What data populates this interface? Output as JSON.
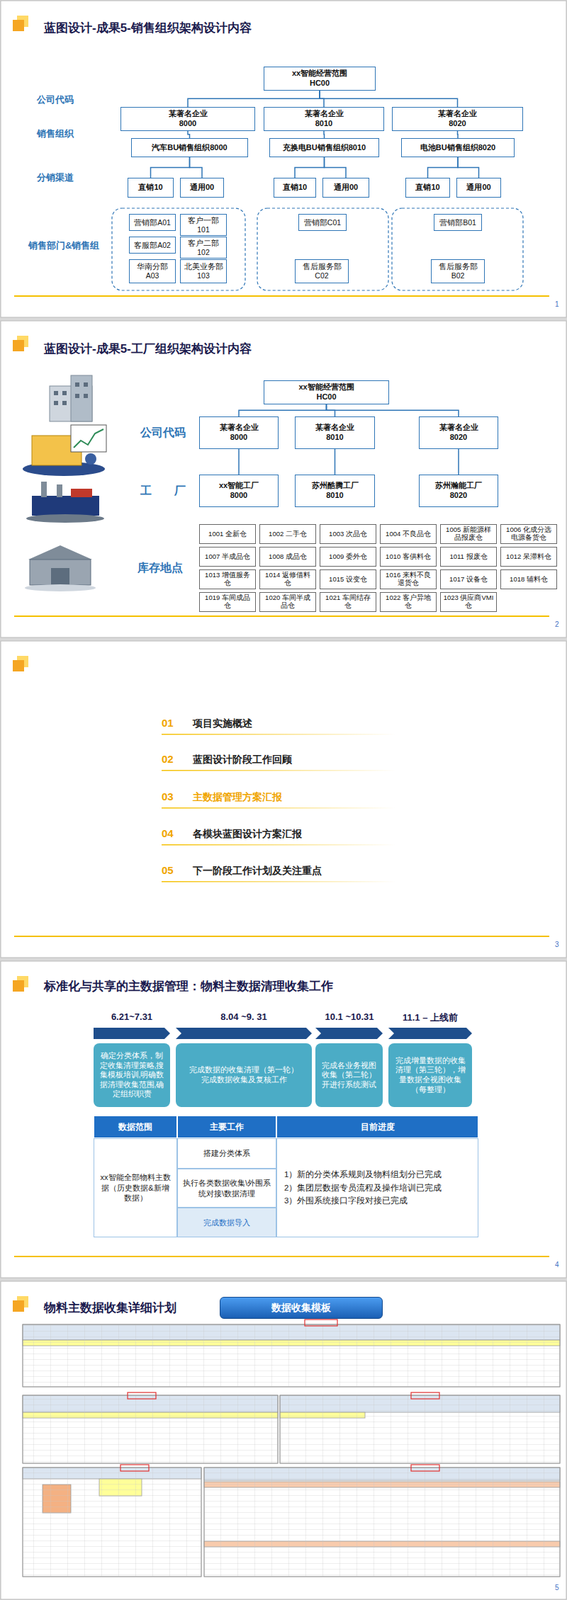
{
  "diagram": {
    "nodes": [
      {
        "text": [
          "xx智能经营范围",
          "HC00"
        ]
      },
      {
        "text": [
          "某著名企业",
          "8000"
        ]
      },
      {
        "text": [
          "某著名企业",
          "8010"
        ]
      },
      {
        "text": [
          "某著名企业",
          "8020"
        ]
      },
      {
        "text": [
          "汽车BU销售组织8000"
        ]
      },
      {
        "text": [
          "充换电BU销售组织8010"
        ]
      },
      {
        "text": [
          "电池BU销售组织8020"
        ]
      },
      {
        "text": [
          "直销10"
        ]
      },
      {
        "text": [
          "通用00"
        ]
      },
      {
        "text": [
          "直销10"
        ]
      },
      {
        "text": [
          "通用00"
        ]
      },
      {
        "text": [
          "直销10"
        ]
      },
      {
        "text": [
          "通用00"
        ]
      },
      {
        "text": [
          "营销部A01"
        ]
      },
      {
        "text": [
          "客户一部101"
        ]
      },
      {
        "text": [
          "客服部A02"
        ]
      },
      {
        "text": [
          "客户二部102"
        ]
      },
      {
        "text": [
          "华南分部A03"
        ]
      },
      {
        "text": [
          "北美业务部 103"
        ]
      },
      {
        "text": [
          "营销部C01"
        ]
      },
      {
        "text": [
          "售后服务部 C02"
        ]
      },
      {
        "text": [
          "营销部B01"
        ]
      },
      {
        "text": [
          "售后服务部 B02"
        ]
      },
      {
        "text": [
          "xx智能经营范围",
          "HC00"
        ]
      },
      {
        "text": [
          "某著名企业",
          "8000"
        ]
      },
      {
        "text": [
          "某著名企业",
          "8010"
        ]
      },
      {
        "text": [
          "某著名企业",
          "8020"
        ]
      },
      {
        "text": [
          "xx智能工厂",
          "8000"
        ]
      },
      {
        "text": [
          "苏州酷腾工厂",
          "8010"
        ]
      },
      {
        "text": [
          "苏州瀚能工厂",
          "8020"
        ]
      },
      {
        "text": [
          "1001 全新仓"
        ]
      },
      {
        "text": [
          "1002 二手仓"
        ]
      },
      {
        "text": [
          "1003 次品仓"
        ]
      },
      {
        "text": [
          "1004 不良品仓"
        ]
      },
      {
        "text": [
          "1005 新能源样品报废仓"
        ]
      },
      {
        "text": [
          "1006 化成分选电源备货仓"
        ]
      },
      {
        "text": [
          "1007 半成品仓"
        ]
      },
      {
        "text": [
          "1008 成品仓"
        ]
      },
      {
        "text": [
          "1009 委外仓"
        ]
      },
      {
        "text": [
          "1010 客供料仓"
        ]
      },
      {
        "text": [
          "1011 报废仓"
        ]
      },
      {
        "text": [
          "1012 呆滞料仓"
        ]
      },
      {
        "text": [
          "1013 增值服务仓"
        ]
      },
      {
        "text": [
          "1014 返修借料仓"
        ]
      },
      {
        "text": [
          "1015 设变仓"
        ]
      },
      {
        "text": [
          "1016 来料不良退货仓"
        ]
      },
      {
        "text": [
          "1017 设备仓"
        ]
      },
      {
        "text": [
          "1018 辅料仓"
        ]
      },
      {
        "text": [
          "1019 车间成品仓"
        ]
      },
      {
        "text": [
          "1020 车间半成品仓"
        ]
      },
      {
        "text": [
          "1021 车间结存仓"
        ]
      },
      {
        "text": [
          "1022 客户异地仓"
        ]
      },
      {
        "text": [
          "1023 供应商VMI仓"
        ]
      },
      {
        "text": [
          "确定分类体系，制定收集清理策略,搜集模板培训,明确数据清理收集范围,确定组织职责"
        ]
      },
      {
        "text": [
          "完成数据的收集清理（第一轮）",
          "完成数据收集及复核工作"
        ]
      },
      {
        "text": [
          "完成各业务视图收集（第二轮）开进行系统测试"
        ]
      },
      {
        "text": [
          "完成增量数据的收集清理（第三轮），增量数据全视图收集（每整理）"
        ]
      },
      {
        "text": [
          "数据范围"
        ]
      },
      {
        "text": [
          "主要工作"
        ]
      },
      {
        "text": [
          "目前进度"
        ]
      },
      {
        "text": [
          "xx智能全部物料主数据（历史数据&新增数据）"
        ]
      },
      {
        "text": [
          "搭建分类体系"
        ]
      },
      {
        "text": [
          "执行各类数据收集\\外围系统对接\\数据清理"
        ]
      },
      {
        "text": [
          "完成数据导入"
        ]
      },
      {
        "text": [
          "1）新的分类体系规则及物料组划分已完成",
          "2）集团层数据专员流程及操作培训已完成",
          "3）外围系统接口字段对接已完成"
        ]
      },
      {
        "text": [
          "数据收集模板"
        ]
      }
    ],
    "edges": [
      {
        "from": 0,
        "to": 1,
        "arrow": "none"
      },
      {
        "from": 0,
        "to": 2,
        "arrow": "none"
      },
      {
        "from": 0,
        "to": 3,
        "arrow": "none"
      },
      {
        "from": 1,
        "to": 4,
        "arrow": "none"
      },
      {
        "from": 2,
        "to": 5,
        "arrow": "none"
      },
      {
        "from": 3,
        "to": 6,
        "arrow": "none"
      },
      {
        "from": 4,
        "to": 7,
        "arrow": "none"
      },
      {
        "from": 4,
        "to": 8,
        "arrow": "none"
      },
      {
        "from": 5,
        "to": 9,
        "arrow": "none"
      },
      {
        "from": 5,
        "to": 10,
        "arrow": "none"
      },
      {
        "from": 6,
        "to": 11,
        "arrow": "none"
      },
      {
        "from": 6,
        "to": 12,
        "arrow": "none"
      },
      {
        "from": 23,
        "to": 24,
        "arrow": "none"
      },
      {
        "from": 23,
        "to": 25,
        "arrow": "none"
      },
      {
        "from": 23,
        "to": 26,
        "arrow": "none"
      },
      {
        "from": 24,
        "to": 27,
        "arrow": "none"
      },
      {
        "from": 25,
        "to": 28,
        "arrow": "none"
      },
      {
        "from": 26,
        "to": 29,
        "arrow": "none"
      }
    ],
    "labels": [
      "蓝图设计-成果5-销售组织架构设计内容",
      "公司代码",
      "销售组织",
      "分销渠道",
      "销售部门&销售组",
      "1",
      "蓝图设计-成果5-工厂组织架构设计内容",
      "公司代码",
      "工　　厂",
      "库存地点",
      "2",
      "01",
      "项目实施概述",
      "02",
      "蓝图设计阶段工作回顾",
      "03",
      "主数据管理方案汇报",
      "04",
      "各模块蓝图设计方案汇报",
      "05",
      "下一阶段工作计划及关注重点",
      "3",
      "标准化与共享的主数据管理：物料主数据清理收集工作",
      "6.21~7.31",
      "8.04 ~9. 31",
      "10.1 ~10.31",
      "11.1 – 上线前",
      "4",
      "物料主数据收集详细计划",
      "5"
    ]
  }
}
